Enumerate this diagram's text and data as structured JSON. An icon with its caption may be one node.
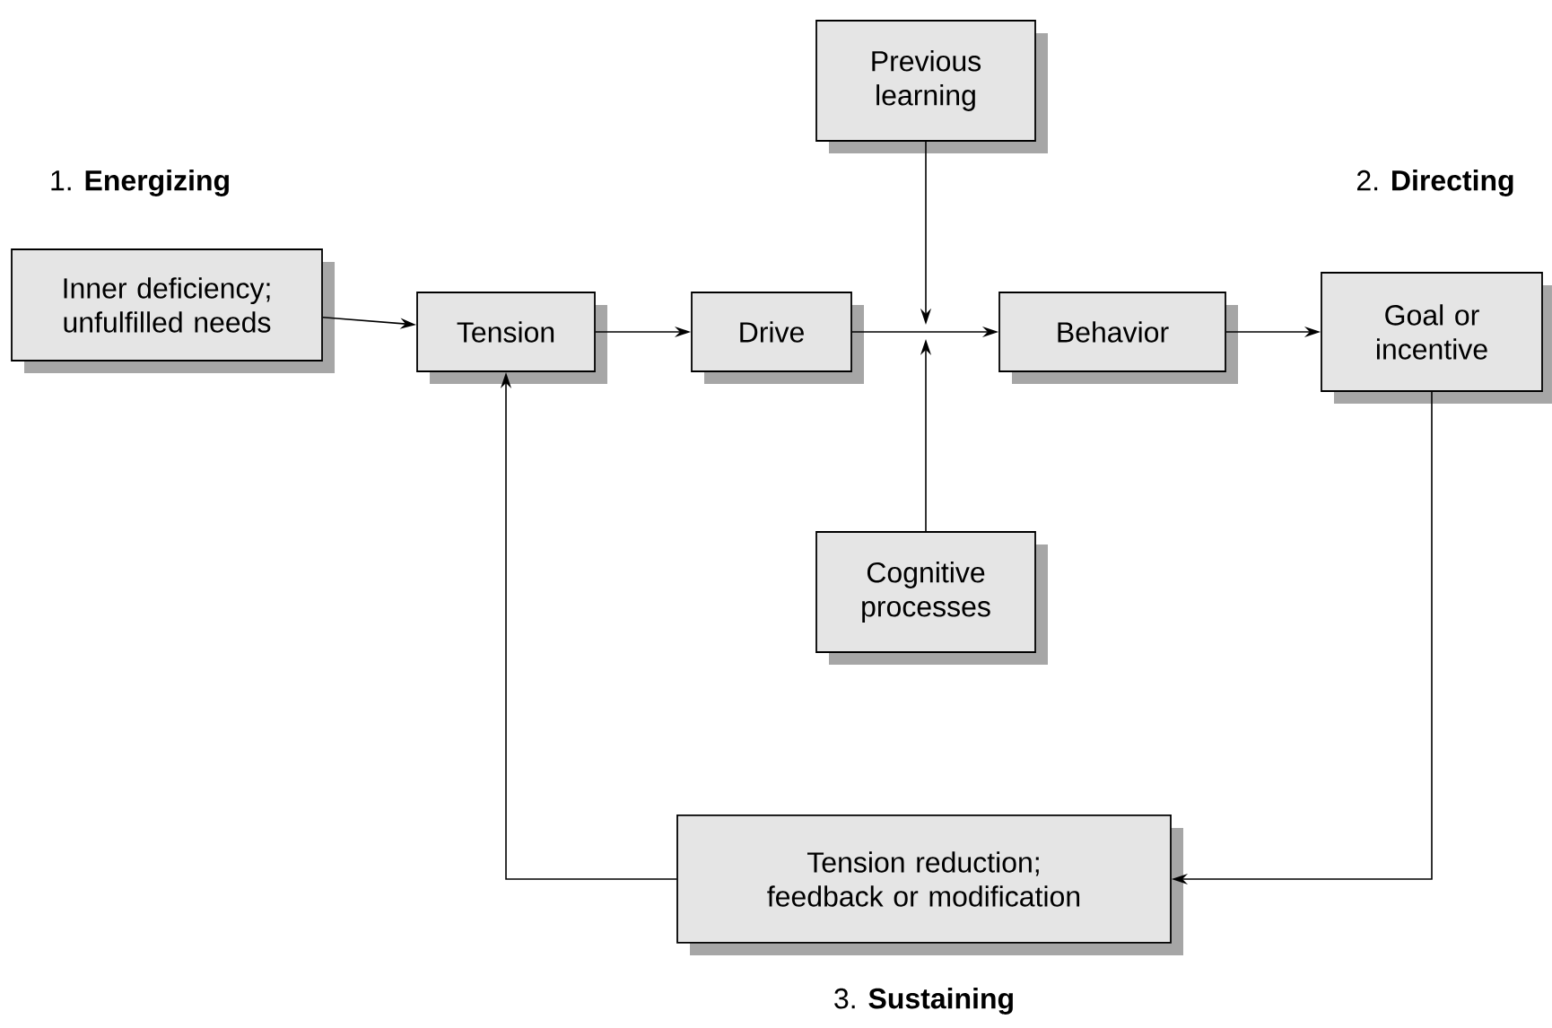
{
  "diagram": {
    "nodes": [
      {
        "text": [
          "Inner deficiency; unfulfilled needs"
        ]
      },
      {
        "text": [
          "Tension"
        ]
      },
      {
        "text": [
          "Drive"
        ]
      },
      {
        "text": [
          "Previous learning"
        ]
      },
      {
        "text": [
          "Behavior"
        ]
      },
      {
        "text": [
          "Goal or incentive"
        ]
      },
      {
        "text": [
          "Cognitive processes"
        ]
      },
      {
        "text": [
          "Tension reduction; feedback or modification"
        ]
      }
    ],
    "edges": [
      {
        "from": 0,
        "to": 1,
        "arrow": "to"
      },
      {
        "from": 1,
        "to": 2,
        "arrow": "to"
      },
      {
        "from": 2,
        "to": 4,
        "arrow": "to"
      },
      {
        "from": 3,
        "to": null,
        "arrow": "to"
      },
      {
        "from": 6,
        "to": null,
        "arrow": "to"
      },
      {
        "from": 4,
        "to": 5,
        "arrow": "to"
      },
      {
        "from": 5,
        "to": 7,
        "arrow": "to"
      },
      {
        "from": 7,
        "to": 1,
        "arrow": "to"
      }
    ],
    "labels": [
      "1. **Energizing**",
      "2. **Directing**",
      "3. **Sustaining**"
    ]
  }
}
